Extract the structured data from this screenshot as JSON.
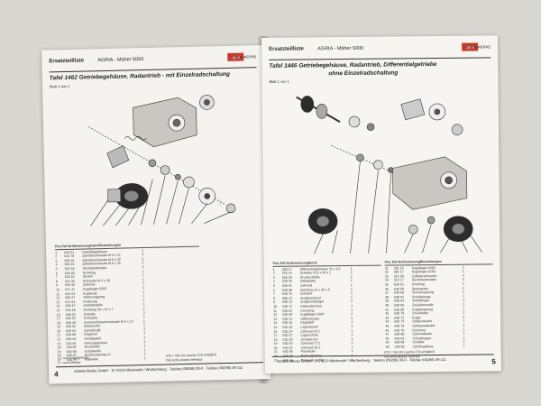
{
  "left_page": {
    "header": {
      "title": "Ersatzteilliste",
      "subtitle": "AGRIA - Mäher 5000",
      "logo": "agria",
      "tag": "AGRIA-WERKE"
    },
    "tafel_title": "Tafel 1462  Getriebegehäuse, Radantrieb - mit Einzelradschaltung",
    "blatt": "Blatt 1 von 1",
    "table_headers": [
      "Pos.",
      "Teil-Nr.",
      "Benennung",
      "Stück",
      "Bemerkungen"
    ],
    "rows": [
      [
        "1",
        "620 01",
        "Getriebegehäuse",
        "1"
      ],
      [
        "2",
        "910 78",
        "Zylinderschraube M 6 x 12",
        "4"
      ],
      [
        "3",
        "920 15",
        "Zylinderschraube M 6 x 20",
        "2"
      ],
      [
        "4",
        "920 22",
        "Zylinderschraube M 6 x 25",
        "2"
      ],
      [
        "5",
        "922 64",
        "Sechskantmutter",
        "1"
      ],
      [
        "6",
        "620 03",
        "Dichtring",
        "1"
      ],
      [
        "7",
        "620 52",
        "Deckel",
        "1"
      ],
      [
        "8",
        "912 35",
        "Schraube M 6 x 16",
        "1"
      ],
      [
        "9",
        "929 30",
        "Zahnrad",
        "1"
      ],
      [
        "10",
        "971 47",
        "Kugellager 6202",
        "2"
      ],
      [
        "11",
        "620 54",
        "Kupplung",
        "1"
      ],
      [
        "12",
        "920 27",
        "Sicherungsring",
        "1"
      ],
      [
        "13",
        "971 64",
        "Federring",
        "1"
      ],
      [
        "14",
        "630 47",
        "Antriebswelle",
        "1"
      ],
      [
        "15",
        "630 48",
        "Dichtring 30 x 42 x 7",
        "2"
      ],
      [
        "16",
        "630 02",
        "Scheibe",
        "2"
      ],
      [
        "17",
        "630 03",
        "Schraube",
        "1"
      ],
      [
        "18",
        "630 48",
        "Innensechskantschraube M 6 x 12",
        "1"
      ],
      [
        "19",
        "630 52",
        "Distanzrohr",
        "1"
      ],
      [
        "20",
        "630 56",
        "Zylinderstift",
        "2"
      ],
      [
        "21",
        "630 80",
        "Kegelrad",
        "1"
      ],
      [
        "22",
        "630 94",
        "Schaltgabel",
        "1"
      ],
      [
        "23",
        "630 95",
        "Führungsbolzen",
        "2"
      ],
      [
        "24",
        "630 96",
        "Druckfeder",
        "1"
      ],
      [
        "25",
        "630 98",
        "Schaltwelle",
        "1"
      ],
      [
        "26",
        "630 97",
        "Sicherungsring 12",
        "1"
      ],
      [
        "27",
        "630 99",
        "Radwelle",
        "1"
      ]
    ],
    "notes": [
      "1 = mit Schaltgetriebe",
      "2 = nach Bedarf"
    ],
    "legend": [
      "278 = Teil mit Lasche 278 erhältlich",
      "Teil nicht einzeln lieferbar"
    ],
    "footer": "AGRIA-Werke GmbH · D-74219 Möckmühl / Württemberg · Telefon (06298) 39-0 · Telefax (06298) 39-111",
    "page_number": "4",
    "stamp": "1702"
  },
  "right_page": {
    "header": {
      "title": "Ersatzteilliste",
      "subtitle": "AGRIA - Mäher 5000",
      "logo": "agria",
      "tag": "AGRIA-WERKE"
    },
    "tafel_title": "Tafel 1446  Getriebegehäuse, Radantrieb, Differentialgetriebe",
    "tafel_title_2": "ohne Einzelradschaltung",
    "blatt": "Blatt 1 von 1",
    "table_headers": [
      "Pos.",
      "Teil-Nr.",
      "Benennung",
      "Stück",
      "Bemerkungen"
    ],
    "rows_a": [
      [
        "1",
        "280 17",
        "Differentialgehäuse 76 x 1,5",
        "1"
      ],
      [
        "2",
        "253 16",
        "Scheibe 10,5 x 40 x 2",
        "2"
      ],
      [
        "3",
        "630 29",
        "Druckscheibe",
        "2"
      ],
      [
        "4",
        "630 40",
        "Halteplatte",
        "1"
      ],
      [
        "5",
        "630 51",
        "Zahnrad",
        "1"
      ],
      [
        "6",
        "630 48",
        "Dichtring 24 x 36 x 5",
        "2"
      ],
      [
        "7",
        "640 76",
        "Scheibe",
        "2"
      ],
      [
        "8",
        "680 12",
        "Ausgleichsrad",
        "2"
      ],
      [
        "9",
        "630 12",
        "Ausgleichskegel",
        "2"
      ],
      [
        "10",
        "630 17",
        "Distanzbüchse",
        "1"
      ],
      [
        "11",
        "630 52",
        "Druckring",
        "1"
      ],
      [
        "12",
        "630 04",
        "Kugellager 6204",
        "2"
      ],
      [
        "13",
        "630 12",
        "Stiftschraube",
        "1"
      ],
      [
        "14",
        "630 15",
        "Kegelstift",
        "1"
      ],
      [
        "15",
        "630 20",
        "Lagerdeckel",
        "1"
      ],
      [
        "16",
        "630 24",
        "Zahnrad 26 Z",
        "1"
      ],
      [
        "17",
        "630 27",
        "Lagerschale",
        "1"
      ],
      [
        "18",
        "630 28",
        "Scheibe 8,4",
        "1"
      ],
      [
        "19",
        "630 29",
        "Zahnrad 27 Z",
        "1"
      ],
      [
        "20",
        "630 31",
        "Zahnrad 18 Z",
        "1"
      ],
      [
        "21",
        "630 36",
        "Passfeder",
        "1"
      ],
      [
        "22",
        "630 40",
        "Radwelle links",
        "1"
      ],
      [
        "23",
        "630 48",
        "Radwelle rechts",
        "1"
      ]
    ],
    "rows_b": [
      [
        "31",
        "281 16",
        "Kugellager 6202",
        "2"
      ],
      [
        "32",
        "281 17",
        "Kugellager 6203",
        "1"
      ],
      [
        "33",
        "312 05",
        "Zylinderschraube",
        "4"
      ],
      [
        "34",
        "314 17",
        "Sechskantmutter",
        "2"
      ],
      [
        "35",
        "630 52",
        "Dichtring",
        "1"
      ],
      [
        "36",
        "630 58",
        "Sprengring",
        "2"
      ],
      [
        "37",
        "630 60",
        "Sicherungsring",
        "2"
      ],
      [
        "38",
        "630 62",
        "Schaltstange",
        "1"
      ],
      [
        "39",
        "630 64",
        "Schaltfinger",
        "1"
      ],
      [
        "40",
        "630 66",
        "Zwischenwelle",
        "1"
      ],
      [
        "41",
        "630 68",
        "Kupplungsring",
        "1"
      ],
      [
        "42",
        "630 70",
        "Druckfeder",
        "2"
      ],
      [
        "43",
        "630 72",
        "Kugel",
        "2"
      ],
      [
        "44",
        "630 74",
        "Stellschraube",
        "1"
      ],
      [
        "45",
        "630 76",
        "Gehäusedeckel",
        "1"
      ],
      [
        "46",
        "630 78",
        "Dichtung",
        "1"
      ],
      [
        "47",
        "630 80",
        "Zahnradwelle",
        "1"
      ],
      [
        "48",
        "630 82",
        "Schutzkappe",
        "1"
      ],
      [
        "49",
        "630 84",
        "Scheibe",
        "2"
      ],
      [
        "50",
        "630 86",
        "Zahnkupplung",
        "1"
      ]
    ],
    "legend": [
      "278 = Teil mit Lasche 278 erhältlich",
      "Teil nicht einzeln lieferbar"
    ],
    "footer": "AGRIA-Werke GmbH · D-74219 Möckmühl / Württemberg · Telefon (06298) 39-0 · Telefax (06298) 39-111",
    "page_number": "5"
  },
  "colors": {
    "paper": "#f4f3ef",
    "ink": "#222222",
    "logo": "#c93a2a",
    "table": "#d9d7d2"
  },
  "icons": [
    "gear-icon",
    "shaft-icon",
    "bolt-icon"
  ]
}
